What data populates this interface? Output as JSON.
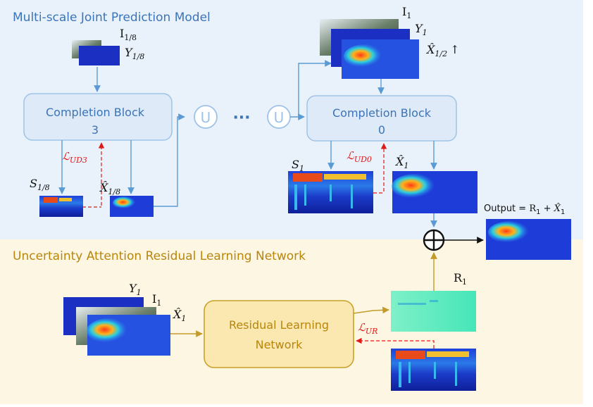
{
  "sections": {
    "top_title": "Multi-scale Joint Prediction Model",
    "bottom_title": "Uncertainty Attention Residual Learning Network"
  },
  "blocks": {
    "completion_3": {
      "line1": "Completion Block",
      "line2": "3"
    },
    "completion_0": {
      "line1": "Completion Block",
      "line2": "0"
    },
    "residual": {
      "line1": "Residual Learning",
      "line2": "Network"
    }
  },
  "symbols": {
    "union": "U",
    "ellipsis": "···",
    "oplus": "+"
  },
  "labels": {
    "i_1_8": "I",
    "i_1_8_sub": "1/8",
    "y_1_8": "Y",
    "y_1_8_sub": "1/8",
    "i_1": "I",
    "i_1_sub": "1",
    "y_1": "Y",
    "y_1_sub": "1",
    "x_1_2": "X̂",
    "x_1_2_sub": "1/2",
    "x_1_2_arrow": "↑",
    "s_1_8": "S",
    "s_1_8_sub": "1/8",
    "x_1_8": "X̂",
    "x_1_8_sub": "1/8",
    "s_1": "S",
    "s_1_sub": "1",
    "x_1": "X̂",
    "x_1_sub": "1",
    "loss_ud3": "ℒ",
    "loss_ud3_sub": "UD3",
    "loss_ud0": "ℒ",
    "loss_ud0_sub": "UD0",
    "loss_ur": "ℒ",
    "loss_ur_sub": "UR",
    "r_1": "R",
    "r_1_sub": "1",
    "output_prefix": "Output = ",
    "output_r": "R",
    "output_r_sub": "1",
    "output_plus": " + ",
    "output_x": "X̂",
    "output_x_sub": "1",
    "bottom_y_1": "Y",
    "bottom_y_1_sub": "1",
    "bottom_i_1": "I",
    "bottom_i_1_sub": "1",
    "bottom_x_1": "X̂",
    "bottom_x_1_sub": "1"
  },
  "colors": {
    "top_bg": "#e9f2fb",
    "bottom_bg": "#fdf6e3",
    "blue_block_fill": "#deeaf7",
    "blue_block_stroke": "#9fc3e8",
    "gold_block_fill": "#fbe7b0",
    "gold_block_stroke": "#c9a227",
    "blue_title": "#3b74b8",
    "gold_title": "#b8860b",
    "arrow_blue": "#5b9bd5",
    "arrow_gold": "#c49a2a",
    "loss_red": "#e01818"
  }
}
